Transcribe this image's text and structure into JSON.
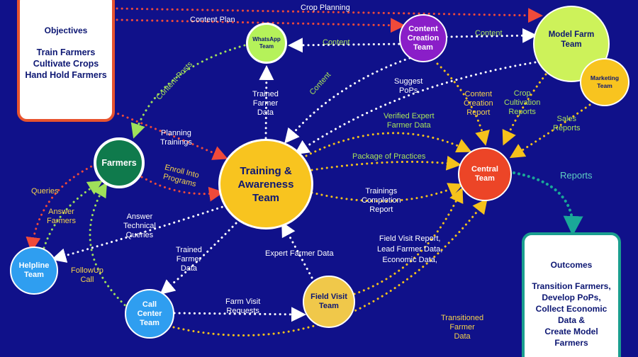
{
  "objectives": {
    "title": "Objectives",
    "items": [
      "Train Farmers",
      "Cultivate Crops",
      "Hand Hold Farmers"
    ]
  },
  "outcomes": {
    "title": "Outcomes",
    "items": [
      "Transition Farmers,",
      "Develop PoPs,",
      "Collect Economic",
      "Data &",
      "Create Model",
      "Farmers"
    ]
  },
  "nodes": {
    "whatsapp": [
      "WhatsApp",
      "Team"
    ],
    "content_creation": [
      "Content",
      "Creation",
      "Team"
    ],
    "model_farm": [
      "Model Farm",
      "Team"
    ],
    "marketing": [
      "Marketing",
      "Team"
    ],
    "farmers": [
      "Farmers"
    ],
    "training": [
      "Training &",
      "Awareness",
      "Team"
    ],
    "central": [
      "Central",
      "Team"
    ],
    "helpline": [
      "Helpline",
      "Team"
    ],
    "call_center": [
      "Call",
      "Center",
      "Team"
    ],
    "field_visit": [
      "Field Visit",
      "Team"
    ]
  },
  "labels": {
    "crop_planning": "Crop Planning",
    "content_plan": "Content Plan",
    "content_top": "Content",
    "content_left": "Content",
    "content_posts": "Content Posts",
    "content_diag": "Content",
    "trained_farmer_data_top": [
      "Trained",
      "Farmer",
      "Data"
    ],
    "suggest_pops": [
      "Suggest",
      "PoPs"
    ],
    "ccr": [
      "Content",
      "Creation",
      "Report"
    ],
    "crop_cultivation_reports": [
      "Crop",
      "Cultivation",
      "Reports"
    ],
    "sales_reports": [
      "Sales",
      "Reports"
    ],
    "verified_expert": [
      "Verified Expert",
      "Farmer Data"
    ],
    "planning_trainings": [
      "Planning",
      "Trainings"
    ],
    "package_of_practices": "Package of Practices",
    "reports": "Reports",
    "enroll": [
      "Enroll Into",
      "Programs"
    ],
    "queries": "Queries",
    "answer_farmers": [
      "Answer",
      "Farmers"
    ],
    "tcr": [
      "Trainings",
      "Completion",
      "Report"
    ],
    "answer_technical": [
      "Answer",
      "Technical",
      "Queries"
    ],
    "field_visit_report": [
      "Field Visit Report,",
      "Lead Farmer Data,",
      "Economic Data,"
    ],
    "trained_farmer_data_bottom": [
      "Trained",
      "Farmer",
      "Data"
    ],
    "expert_farmer_data": "Expert Farmer Data",
    "followup": [
      "FollowUp",
      "Call"
    ],
    "farm_visit_requests": [
      "Farm Visit",
      "Requests"
    ],
    "transitioned": [
      "Transitioned",
      "Farmer",
      "Data"
    ]
  },
  "colors": {
    "background": "#10118a",
    "white_link": "#ffffff",
    "yellow_link": "#f5c21b",
    "green_link": "#9fe05a",
    "red_link": "#ef4a3a",
    "teal_link": "#1aa898"
  }
}
